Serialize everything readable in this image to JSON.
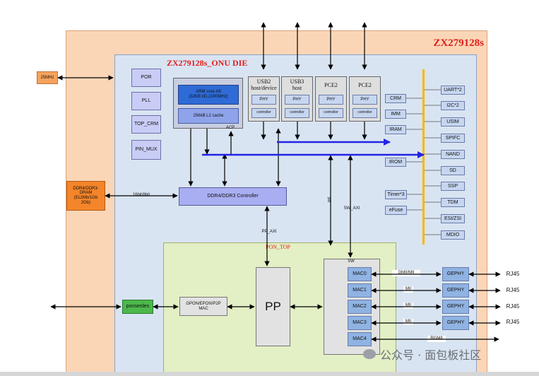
{
  "chip_title": "ZX279128s",
  "die_title": "ZX279128s_ONU DIE",
  "pon_top_title": "PON_TOP",
  "clock": "25MHz",
  "left_blocks": [
    "POR",
    "PLL",
    "TOP_CRM",
    "PIN_MUX"
  ],
  "cpu": {
    "core": "ARM core A9\n(32KB I/D,1000MHz)",
    "cache": "256kB L2 cache",
    "acp": "ACP"
  },
  "io_ports": [
    {
      "title": "USB2\nhost/device",
      "phy": "PHY",
      "ctrl": "controller"
    },
    {
      "title": "USB3\nhost",
      "phy": "PHY",
      "ctrl": "controller"
    },
    {
      "title": "PCE2",
      "phy": "PHY",
      "ctrl": "controller"
    },
    {
      "title": "PCE2",
      "phy": "PHY",
      "ctrl": "controller"
    }
  ],
  "mid_blocks": [
    "CRM",
    "IMM",
    "IRAM",
    "IROM",
    "Timer*3",
    "eFuse"
  ],
  "right_blocks": [
    "UART*2",
    "I2C*2",
    "USIM",
    "SPIFC",
    "NAND",
    "SD",
    "SSP",
    "TDM",
    "ESI/ZSI",
    "MDIO"
  ],
  "ddr_ext": "DDR4/DDR3-\nDRAM\n(512Mb/1Gb\n2Gb)",
  "ddr_bus": "16bit/8bit",
  "ddr_ctrl": "DDR4/DDR3 Controller",
  "pp_axi": "PP_AXI",
  "sw_axi": "SW_AXI",
  "axi_label": "axi",
  "pp": "PP",
  "sw": "SW",
  "serdes": "ponserdes",
  "mac_block": "GPON/EPON/P2P\nMAC",
  "macs": [
    "MAC0",
    "MAC1",
    "MAC2",
    "MAC3",
    "MAC4"
  ],
  "mac_links": [
    "GMII/MII",
    "MII",
    "MII",
    "MII",
    "RGMII"
  ],
  "gephy": "GEPHY",
  "rj45": "RJ45",
  "watermark": "公众号 · 面包板社区"
}
